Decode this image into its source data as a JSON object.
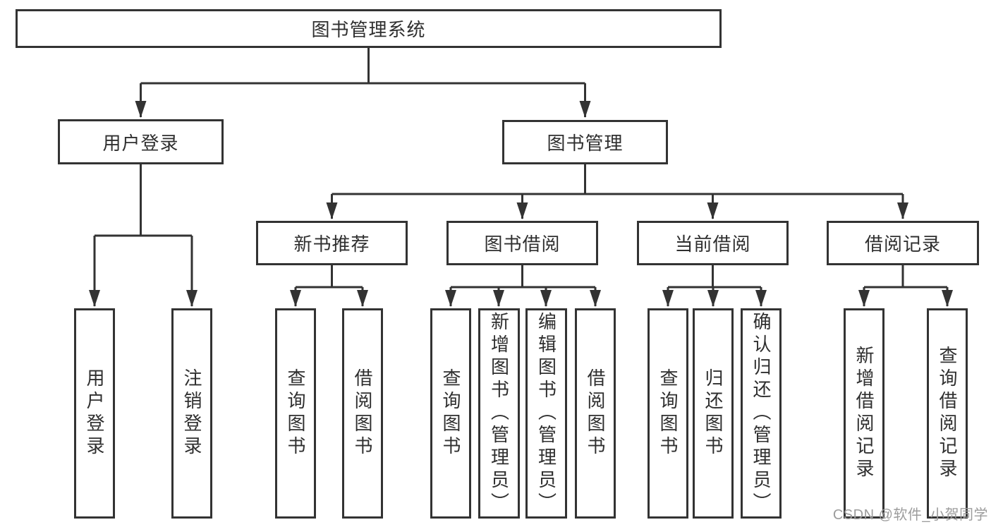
{
  "diagram": {
    "root": {
      "label": "图书管理系统"
    },
    "level2": [
      {
        "label": "用户登录"
      },
      {
        "label": "图书管理"
      }
    ],
    "level3": [
      {
        "label": "新书推荐"
      },
      {
        "label": "图书借阅"
      },
      {
        "label": "当前借阅"
      },
      {
        "label": "借阅记录"
      }
    ],
    "leaves": {
      "user_login": [
        {
          "label": "用户登录"
        },
        {
          "label": "注销登录"
        }
      ],
      "new_book_recommend": [
        {
          "label": "查询图书"
        },
        {
          "label": "借阅图书"
        }
      ],
      "book_borrow": [
        {
          "label": "查询图书"
        },
        {
          "label": "新增图书（管理员）"
        },
        {
          "label": "编辑图书（管理员）"
        },
        {
          "label": "借阅图书"
        }
      ],
      "current_borrow": [
        {
          "label": "查询图书"
        },
        {
          "label": "归还图书"
        },
        {
          "label": "确认归还（管理员）"
        }
      ],
      "borrow_records": [
        {
          "label": "新增借阅记录"
        },
        {
          "label": "查询借阅记录"
        }
      ]
    }
  },
  "watermark": {
    "text": "CSDN @软件_小贺同学"
  },
  "colors": {
    "line": "#333333",
    "text": "#2f2f2f",
    "box_background": "#ffffff",
    "watermark": "#9c9c9c"
  }
}
